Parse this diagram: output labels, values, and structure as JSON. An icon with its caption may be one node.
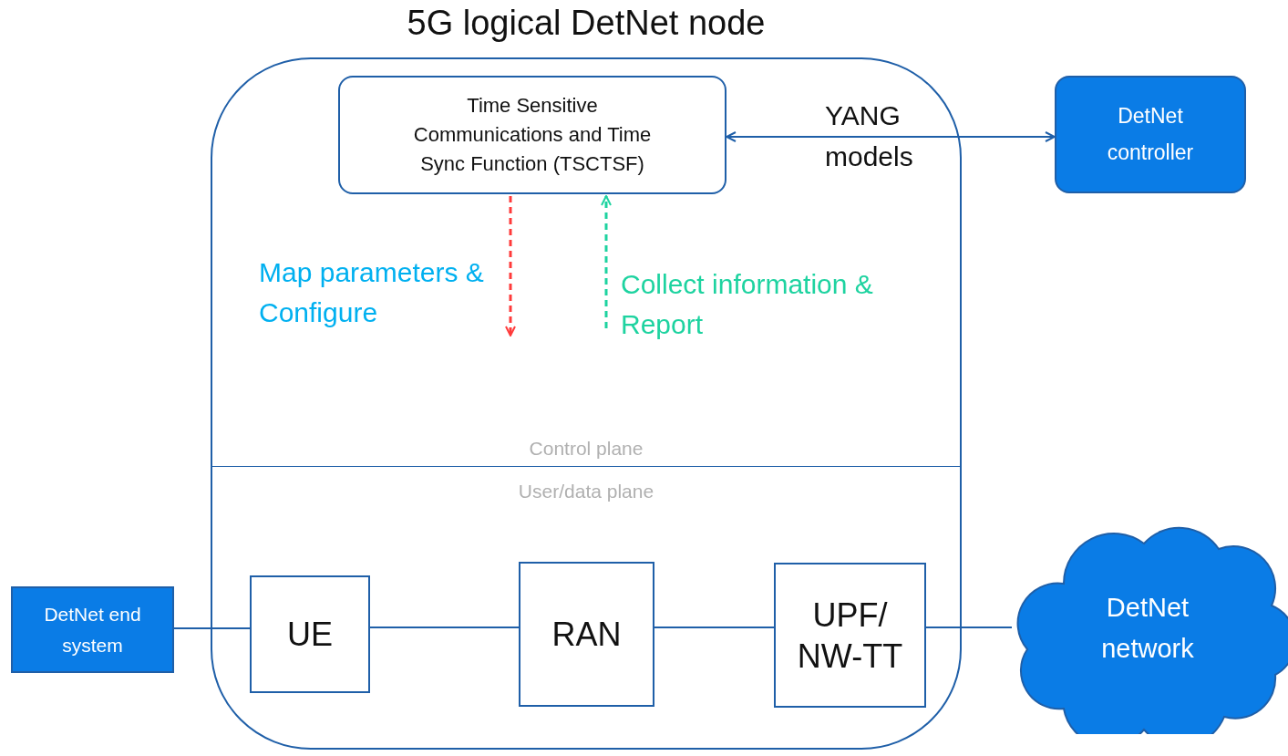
{
  "diagram": {
    "nodes": [
      {
        "text": [
          "5G logical DetNet node"
        ]
      },
      {
        "text": [
          "Time Sensitive Communications and Time Sync Function (TSCTSF)"
        ],
        "in": 0
      },
      {
        "text": [
          "DetNet controller"
        ]
      },
      {
        "text": [
          "DetNet end system"
        ]
      },
      {
        "text": [
          "UE"
        ],
        "in": 0
      },
      {
        "text": [
          "RAN"
        ],
        "in": 0
      },
      {
        "text": [
          "UPF/ NW-TT"
        ],
        "in": 0
      },
      {
        "text": [
          "DetNet network"
        ]
      }
    ],
    "edges": [
      {
        "from": 1,
        "to": 2,
        "arrow": "both",
        "label": "YANG models"
      },
      {
        "from": 3,
        "to": 4,
        "arrow": "none"
      },
      {
        "from": 4,
        "to": 5,
        "arrow": "none"
      },
      {
        "from": 5,
        "to": 6,
        "arrow": "none"
      },
      {
        "from": 6,
        "to": 7,
        "arrow": "none"
      },
      {
        "from": 1,
        "to": null,
        "arrow": "to",
        "style": "dashed",
        "color": "#ff3b3b",
        "label": "Map parameters & Configure"
      },
      {
        "from": null,
        "to": 1,
        "arrow": "to",
        "style": "dashed",
        "color": "#1ed3a0",
        "label": "Collect information & Report"
      }
    ],
    "labels": [
      "Control plane",
      "User/data plane"
    ]
  }
}
